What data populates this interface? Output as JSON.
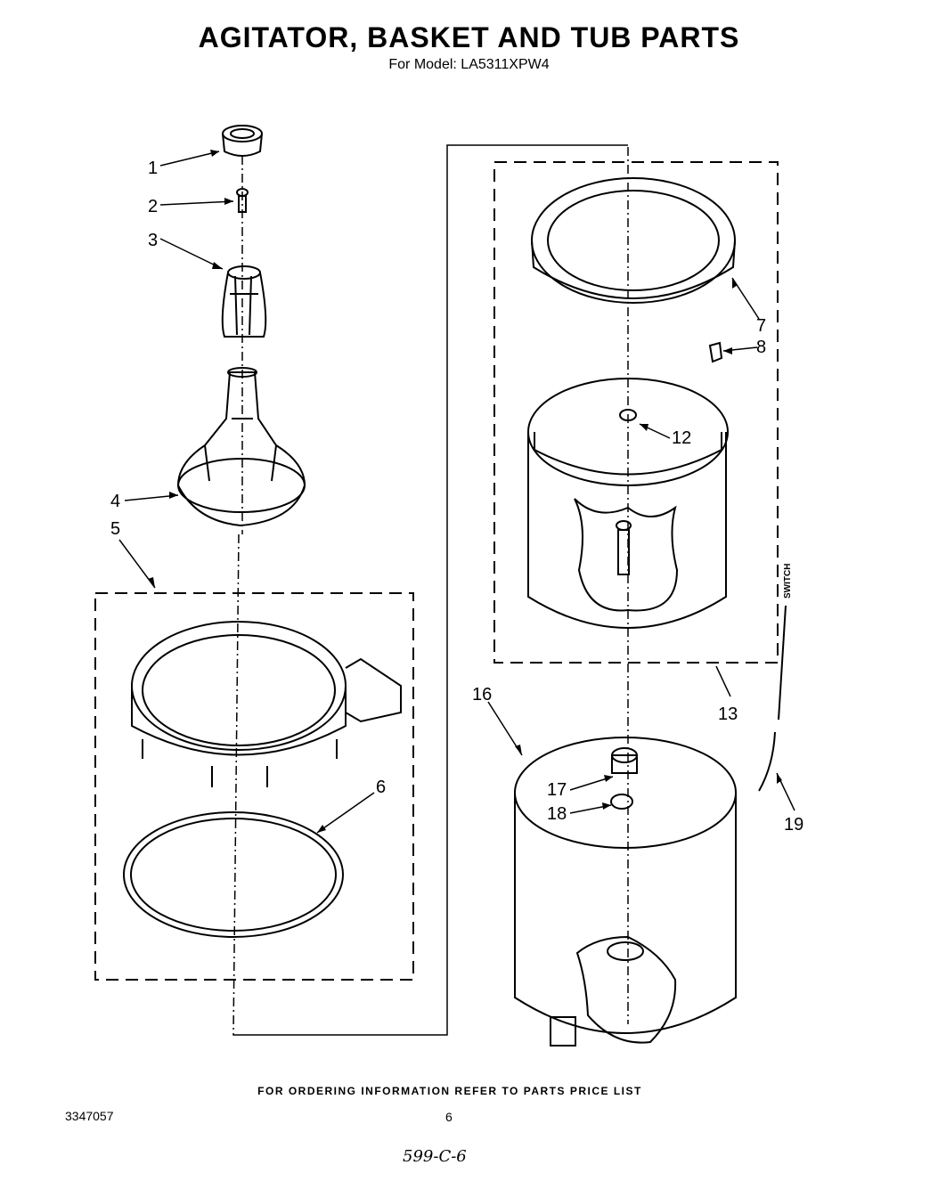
{
  "header": {
    "title": "AGITATOR, BASKET AND TUB PARTS",
    "model_line": "For Model: LA5311XPW4"
  },
  "callouts": [
    "1",
    "2",
    "3",
    "4",
    "5",
    "6",
    "7",
    "8",
    "12",
    "13",
    "16",
    "17",
    "18",
    "19"
  ],
  "switch_label": "SWITCH",
  "footer": {
    "ordering_note": "FOR ORDERING INFORMATION REFER TO PARTS PRICE LIST",
    "doc_number": "3347057",
    "page_number": "6",
    "handwritten_code": "599-C-6"
  }
}
